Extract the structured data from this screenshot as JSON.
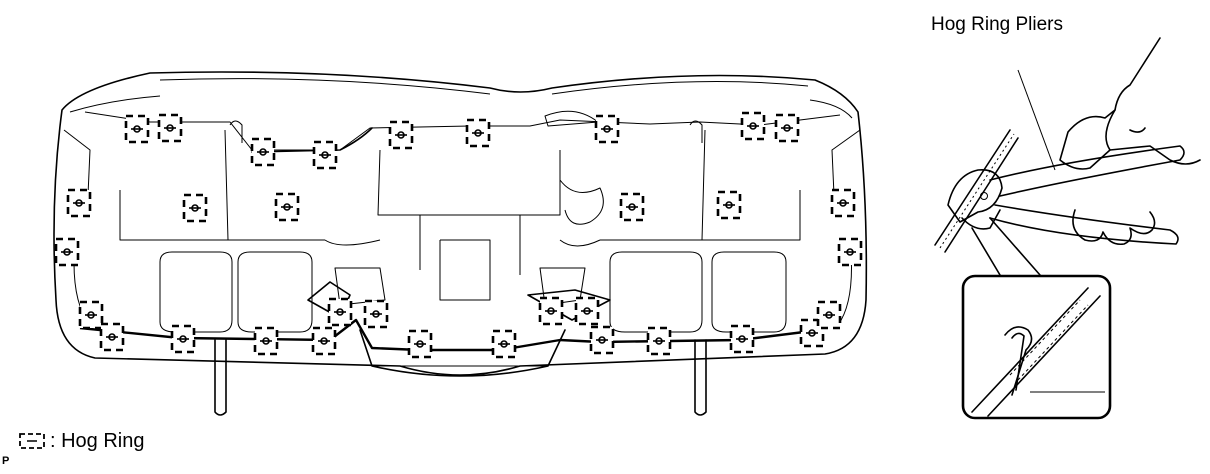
{
  "labels": {
    "pliers": "Hog Ring Pliers",
    "legend": ": Hog Ring",
    "ref_code": "P"
  },
  "icons": {
    "hog_ring": "hog-ring-icon",
    "pliers": "hog-ring-pliers-icon",
    "seat": "rear-seatback-frame-icon"
  },
  "colors": {
    "ink": "#000000",
    "background": "#ffffff"
  }
}
